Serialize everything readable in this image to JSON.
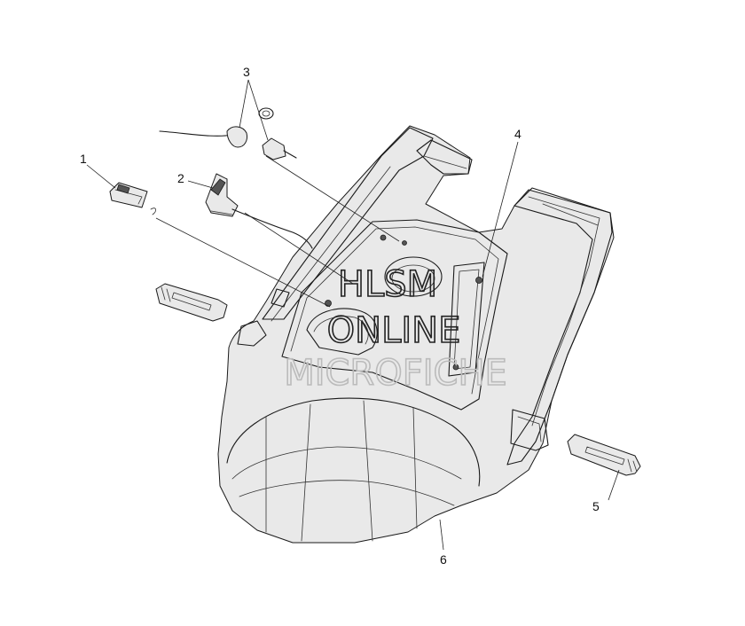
{
  "callouts": [
    {
      "id": "1",
      "label": "1"
    },
    {
      "id": "2",
      "label": "2"
    },
    {
      "id": "3",
      "label": "3"
    },
    {
      "id": "4",
      "label": "4"
    },
    {
      "id": "5",
      "label": "5"
    },
    {
      "id": "6",
      "label": "6"
    }
  ],
  "watermark": {
    "line1": "HLSM",
    "line2": "ONLINE",
    "line3": "MICROFICHE",
    "color_primary": "#222222",
    "color_faded": "#bbbbbb"
  }
}
